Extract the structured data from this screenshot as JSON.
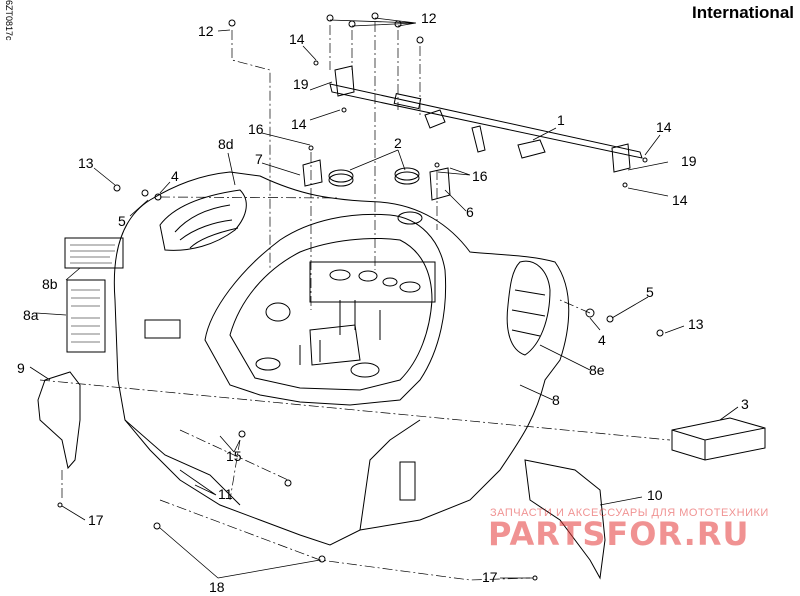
{
  "header": {
    "title": "International",
    "drawing_code": "6ZT0817c"
  },
  "callouts": [
    {
      "id": "c12a",
      "text": "12"
    },
    {
      "id": "c12b",
      "text": "12"
    },
    {
      "id": "c14a",
      "text": "14"
    },
    {
      "id": "c19a",
      "text": "19"
    },
    {
      "id": "c14b",
      "text": "14"
    },
    {
      "id": "c1",
      "text": "1"
    },
    {
      "id": "c14c",
      "text": "14"
    },
    {
      "id": "c19b",
      "text": "19"
    },
    {
      "id": "c14d",
      "text": "14"
    },
    {
      "id": "c2",
      "text": "2"
    },
    {
      "id": "c16a",
      "text": "16"
    },
    {
      "id": "c7",
      "text": "7"
    },
    {
      "id": "c16b",
      "text": "16"
    },
    {
      "id": "c6",
      "text": "6"
    },
    {
      "id": "c8d",
      "text": "8d"
    },
    {
      "id": "c13a",
      "text": "13"
    },
    {
      "id": "c4a",
      "text": "4"
    },
    {
      "id": "c5a",
      "text": "5"
    },
    {
      "id": "c8b",
      "text": "8b"
    },
    {
      "id": "c8a",
      "text": "8a"
    },
    {
      "id": "c5b",
      "text": "5"
    },
    {
      "id": "c4b",
      "text": "4"
    },
    {
      "id": "c13b",
      "text": "13"
    },
    {
      "id": "c8e",
      "text": "8e"
    },
    {
      "id": "c8",
      "text": "8"
    },
    {
      "id": "c9",
      "text": "9"
    },
    {
      "id": "c3",
      "text": "3"
    },
    {
      "id": "c15",
      "text": "15"
    },
    {
      "id": "c11",
      "text": "11"
    },
    {
      "id": "c10",
      "text": "10"
    },
    {
      "id": "c17a",
      "text": "17"
    },
    {
      "id": "c17b",
      "text": "17"
    },
    {
      "id": "c18",
      "text": "18"
    }
  ],
  "watermark": {
    "top_text": "ЗАПЧАСТИ И АКСЕССУАРЫ ДЛЯ МОТОТЕХНИКИ",
    "brand_text": "PARTSFOR.RU"
  }
}
